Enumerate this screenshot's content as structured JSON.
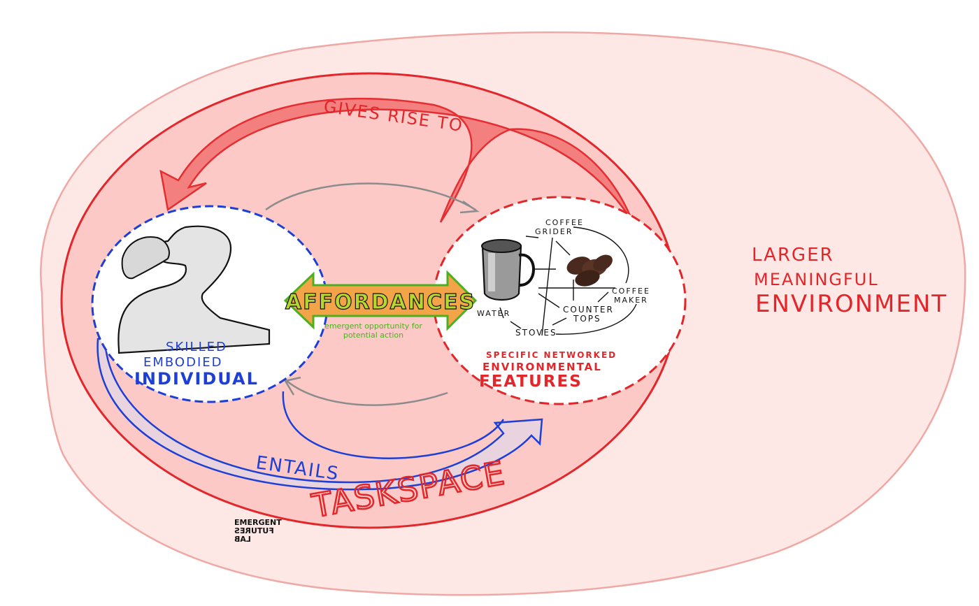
{
  "labels": {
    "gives_rise_to": "GIVES RISE TO",
    "entails": "ENTAILS",
    "task_space": "TASKSPACE",
    "affordances": "AFFORDANCES",
    "affordances_caption_1": "emergent opportunity for",
    "affordances_caption_2": "potential action",
    "individual_line1": "SKILLED",
    "individual_line2": "EMBODIED",
    "individual_line3": "INDIVIDUAL",
    "features_line1": "SPECIFIC NETWORKED",
    "features_line2": "ENVIRONMENTAL",
    "features_line3": "FEATURES",
    "environment_line1": "LARGER",
    "environment_line2": "MEANINGFUL",
    "environment_line3": "ENVIRONMENT"
  },
  "network_nodes": {
    "coffee": "COFFEE",
    "grinder": "GRIDER",
    "water": "WATER",
    "stoves": "STOVES",
    "counter": "COUNTER",
    "tops": "TOPS",
    "coffee2": "COFFEE",
    "maker": "MAKER"
  },
  "logo": {
    "line1": "EMERGENT",
    "line2": "FUTURES",
    "line3": "LAB"
  },
  "colors": {
    "outer_fill": "#fde8e6",
    "outer_stroke": "#f0a8a4",
    "task_fill": "#fcc9c6",
    "task_stroke": "#e3262a",
    "arrow_red": "#f47c7c",
    "blue": "#1d3fd6",
    "green": "#4caf20",
    "orange": "#f4a448",
    "grey": "#8c8c8c"
  }
}
